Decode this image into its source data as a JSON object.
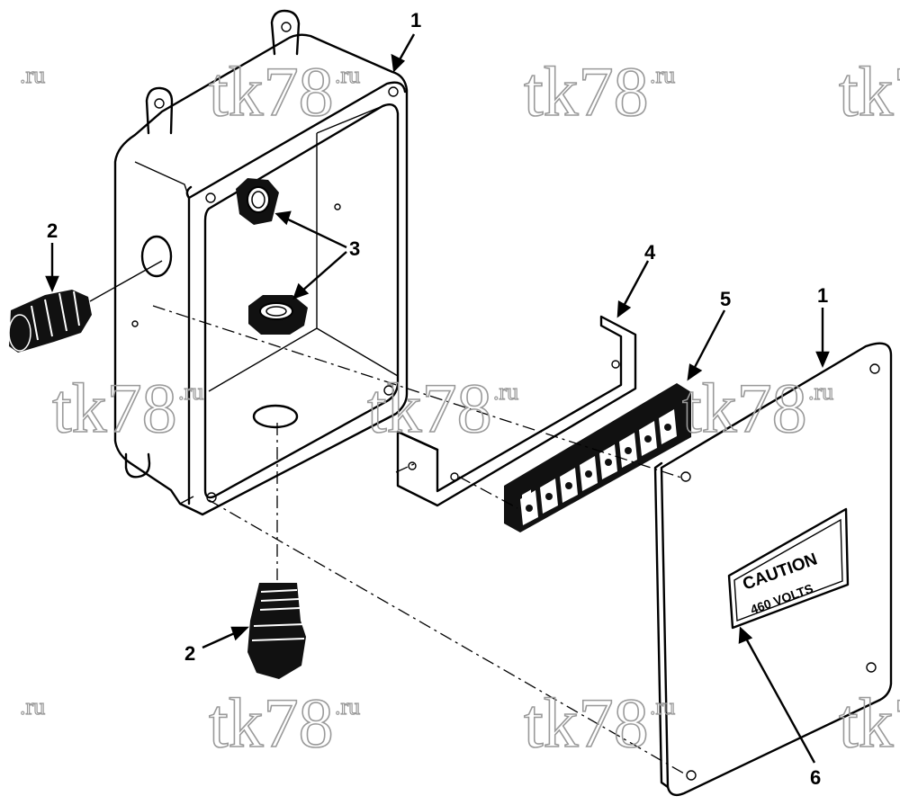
{
  "callouts": {
    "box_top": "1",
    "cover": "1",
    "fitting_left": "2",
    "fitting_bottom": "2",
    "locknut": "3",
    "bracket": "4",
    "terminal_strip": "5",
    "caution_plate": "6"
  },
  "plate": {
    "line1": "CAUTION",
    "line2": "460 VOLTS"
  },
  "watermark": {
    "text": "tk78",
    "suffix": ".ru"
  }
}
